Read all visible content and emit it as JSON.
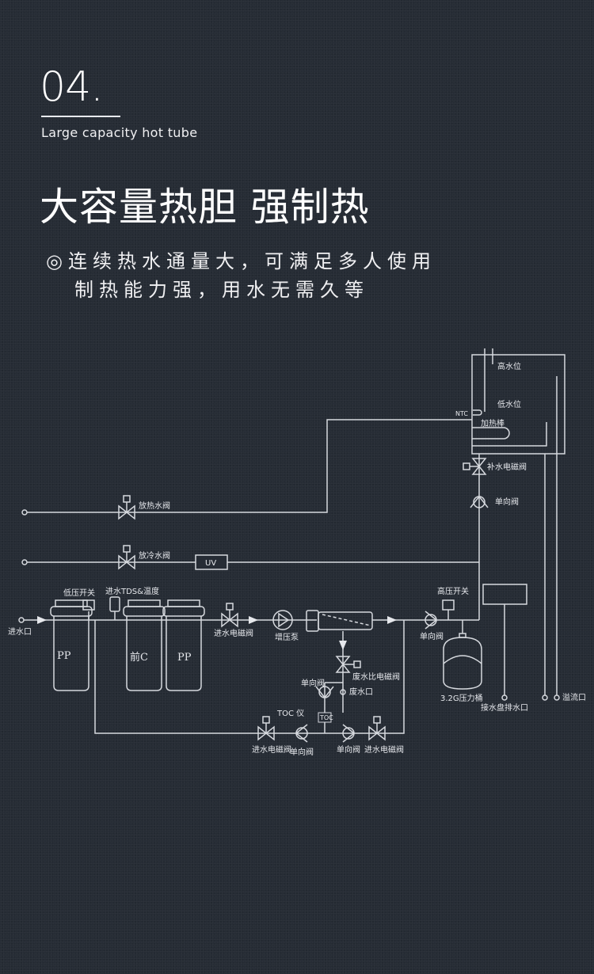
{
  "header": {
    "section_number": "04.",
    "subtitle": "Large capacity hot tube",
    "title": "大容量热胆 强制热",
    "bullet_icon": "double-circle-icon",
    "description_line1": "◎连续热水通量大，可满足多人使用",
    "description_line2": "制热能力强，用水无需久等"
  },
  "diagram": {
    "tank": {
      "high_level": "高水位",
      "low_level": "低水位",
      "ntc": "NTC",
      "heater": "加热棒"
    },
    "makeup_valve": "补水电磁阀",
    "check_valve_tank": "单向阀",
    "hot_valve": "放热水阀",
    "cold_valve": "放冷水阀",
    "uv": "UV",
    "low_pressure_switch": "低压开关",
    "tds_temp": "进水TDS&温度",
    "inlet": "进水口",
    "filters": [
      "PP",
      "前C",
      "PP"
    ],
    "inlet_solenoid": "进水电磁阀",
    "booster_pump": "增压泵",
    "waste_ratio_valve": "废水比电磁阀",
    "waste_outlet": "废水口",
    "check_valve_waste": "单向阀",
    "high_pressure_switch": "高压开关",
    "check_valve_main": "单向阀",
    "pressure_tank": "3.2G压力桶",
    "drip_tray_drain": "接水盘排水口",
    "overflow": "溢流口",
    "toc": "TOC 仪",
    "toc_box": "TOC",
    "bottom_solenoid_left": "进水电磁阀",
    "bottom_check_left": "单向阀",
    "bottom_check_right": "单向阀",
    "bottom_solenoid_right": "进水电磁阀"
  }
}
